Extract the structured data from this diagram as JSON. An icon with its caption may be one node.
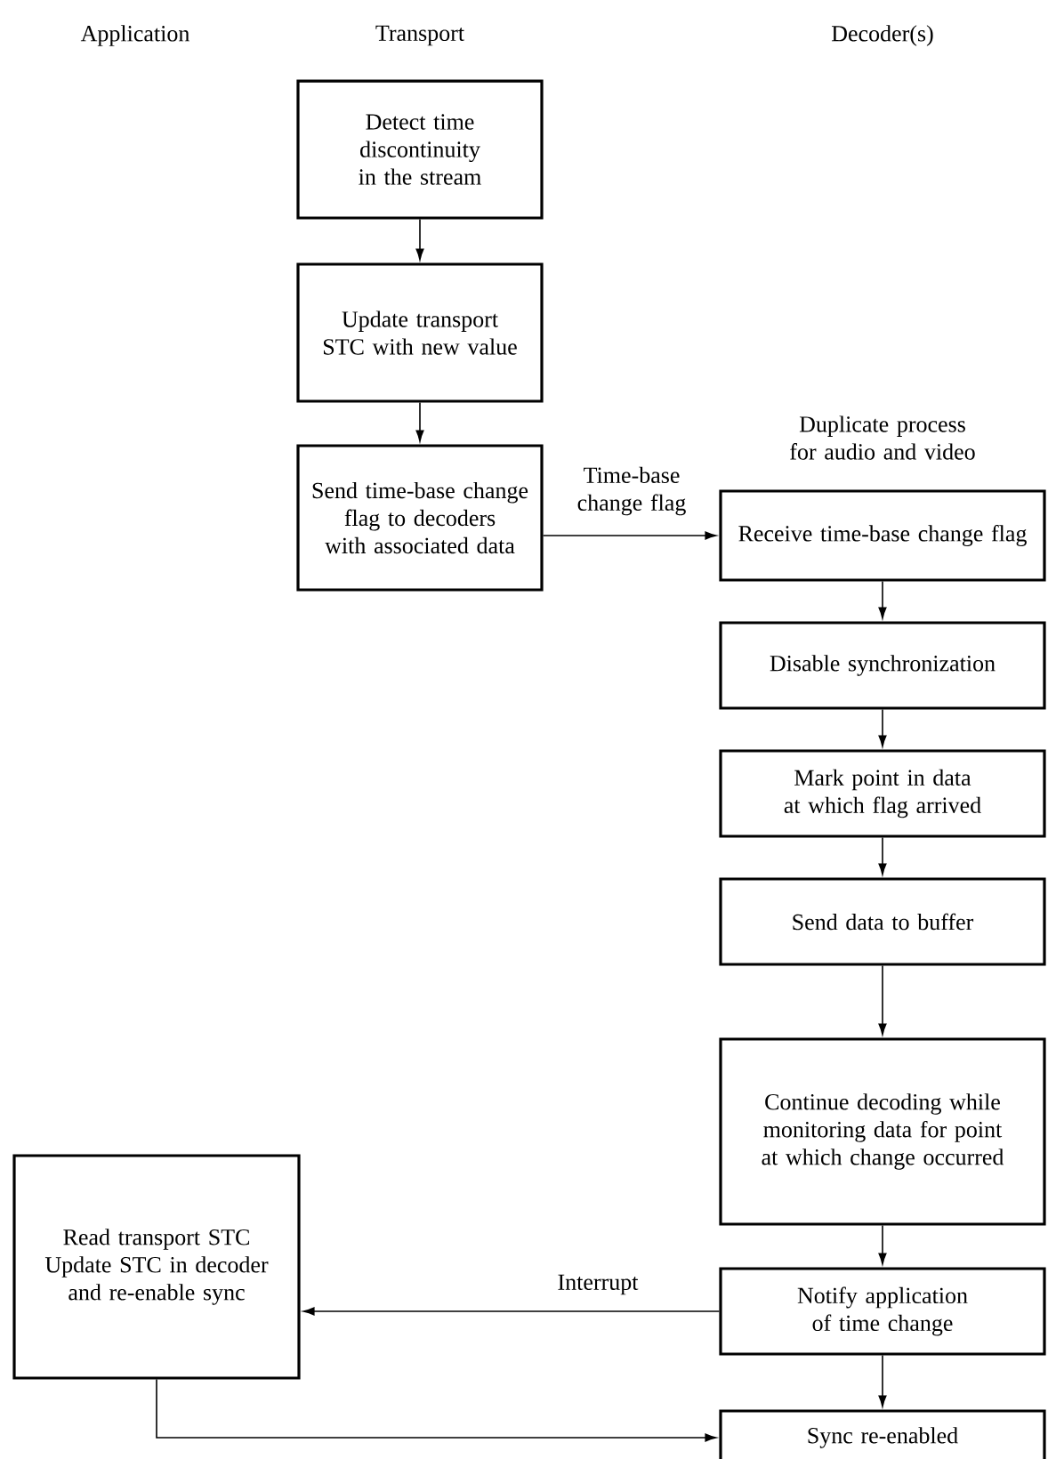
{
  "diagram": {
    "nodes": [
      {
        "text": [
          "Detect time discontinuity in the stream"
        ]
      },
      {
        "text": [
          "Update transport STC with new value"
        ]
      },
      {
        "text": [
          "Send time-base change flag to decoders with associated data"
        ]
      },
      {
        "text": [
          "Receive time-base change flag"
        ]
      },
      {
        "text": [
          "Disable synchronization"
        ]
      },
      {
        "text": [
          "Mark point in data at which flag arrived"
        ]
      },
      {
        "text": [
          "Send data to buffer"
        ]
      },
      {
        "text": [
          "Continue decoding while monitoring data for point at which change occurred"
        ]
      },
      {
        "text": [
          "Notify application of time change"
        ]
      },
      {
        "text": [
          "Sync re-enabled"
        ]
      },
      {
        "text": [
          "Read transport STC Update STC in decoder and re-enable sync"
        ]
      }
    ],
    "edges": [
      {
        "from": 0,
        "to": 1,
        "arrow": "to"
      },
      {
        "from": 1,
        "to": 2,
        "arrow": "to"
      },
      {
        "from": 2,
        "to": 3,
        "arrow": "to",
        "label": "Time-base change flag"
      },
      {
        "from": 3,
        "to": 4,
        "arrow": "to"
      },
      {
        "from": 4,
        "to": 5,
        "arrow": "to"
      },
      {
        "from": 5,
        "to": 6,
        "arrow": "to"
      },
      {
        "from": 6,
        "to": 7,
        "arrow": "to"
      },
      {
        "from": 7,
        "to": 8,
        "arrow": "to"
      },
      {
        "from": 8,
        "to": 10,
        "arrow": "to",
        "label": "Interrupt"
      },
      {
        "from": 8,
        "to": 9,
        "arrow": "to"
      },
      {
        "from": 10,
        "to": 9,
        "arrow": "to"
      }
    ],
    "labels": [
      "Application",
      "Transport",
      "Decoder(s)",
      "Duplicate process for audio and video"
    ]
  }
}
